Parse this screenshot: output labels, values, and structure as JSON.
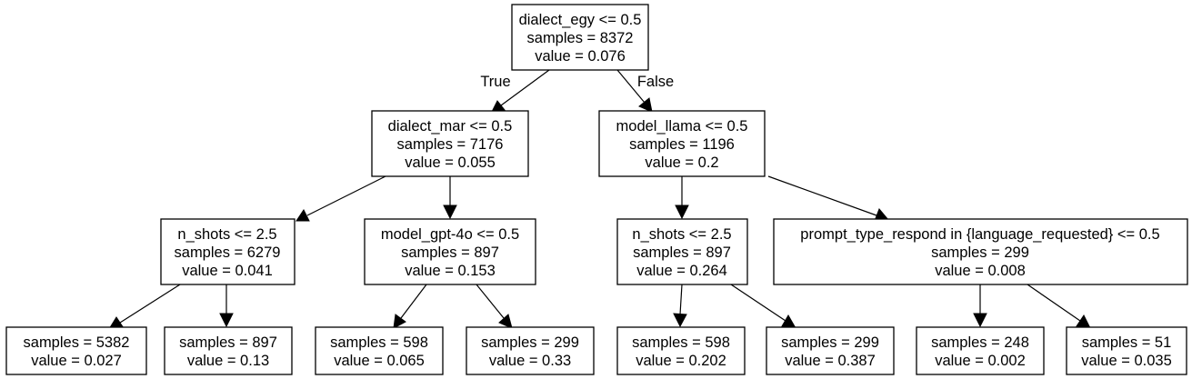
{
  "tree": {
    "nodes": {
      "root": {
        "lines": [
          "dialect_egy <= 0.5",
          "samples = 8372",
          "value = 0.076"
        ]
      },
      "n1": {
        "lines": [
          "dialect_mar <= 0.5",
          "samples = 7176",
          "value = 0.055"
        ]
      },
      "n2": {
        "lines": [
          "model_llama <= 0.5",
          "samples = 1196",
          "value = 0.2"
        ]
      },
      "n3": {
        "lines": [
          "n_shots <= 2.5",
          "samples = 6279",
          "value = 0.041"
        ]
      },
      "n4": {
        "lines": [
          "model_gpt-4o <= 0.5",
          "samples = 897",
          "value = 0.153"
        ]
      },
      "n5": {
        "lines": [
          "n_shots <= 2.5",
          "samples = 897",
          "value = 0.264"
        ]
      },
      "n6": {
        "lines": [
          "prompt_type_respond in {language_requested} <= 0.5",
          "samples = 299",
          "value = 0.008"
        ]
      },
      "l1": {
        "lines": [
          "samples = 5382",
          "value = 0.027"
        ]
      },
      "l2": {
        "lines": [
          "samples = 897",
          "value = 0.13"
        ]
      },
      "l3": {
        "lines": [
          "samples = 598",
          "value = 0.065"
        ]
      },
      "l4": {
        "lines": [
          "samples = 299",
          "value = 0.33"
        ]
      },
      "l5": {
        "lines": [
          "samples = 598",
          "value = 0.202"
        ]
      },
      "l6": {
        "lines": [
          "samples = 299",
          "value = 0.387"
        ]
      },
      "l7": {
        "lines": [
          "samples = 248",
          "value = 0.002"
        ]
      },
      "l8": {
        "lines": [
          "samples = 51",
          "value = 0.035"
        ]
      }
    },
    "edge_labels": {
      "true": "True",
      "false": "False"
    }
  }
}
